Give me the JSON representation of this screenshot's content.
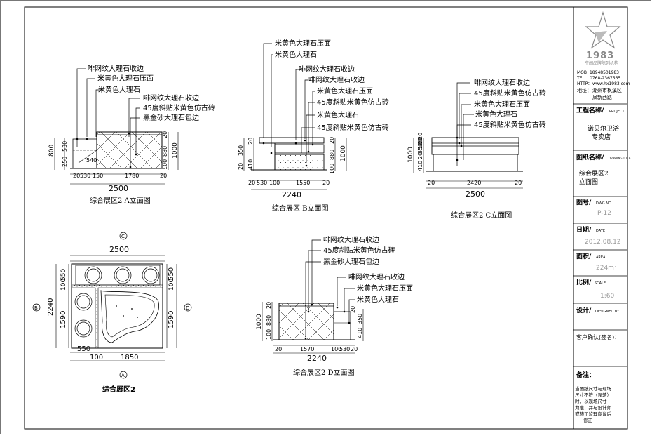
{
  "elev_a": {
    "labels": [
      "啡网纹大理石收边",
      "米黄色大理石压面",
      "米黄色大理石",
      "啡网纹大理石收边",
      "45度斜贴米黄色仿古砖",
      "黑金砂大理石包边"
    ],
    "h_dims": [
      "20",
      "530",
      "150",
      "1780",
      "20"
    ],
    "total": "2500",
    "v_left": [
      "800",
      "530",
      "250"
    ],
    "v_right": [
      "20",
      "880",
      "100",
      "1000"
    ],
    "inner": "540",
    "caption": "综合展区2  A立面图"
  },
  "elev_b": {
    "labels": [
      "米黄色大理石压面",
      "米黄色大理石",
      "啡网纹大理石收边",
      "啡网纹大理石收边",
      "米黄色大理石压面",
      "45度斜贴米黄色仿古砖",
      "米黄色大理石",
      "45度斜贴米黄色仿古砖"
    ],
    "h_dims": [
      "20",
      "530",
      "100",
      "1550",
      "20"
    ],
    "total": "2240",
    "v_left": [
      "350",
      "410",
      "20",
      "20"
    ],
    "v_right": [
      "20",
      "880",
      "100",
      "1000"
    ],
    "caption": "综合展区  B立面图"
  },
  "elev_c": {
    "labels": [
      "啡网纹大理石收边",
      "45度斜贴米黄色仿古砖",
      "米黄色大理石压面",
      "米黄色大理石",
      "45度斜贴米黄色仿古砖"
    ],
    "h_dims": [
      "20",
      "2420",
      "20"
    ],
    "total": "2500",
    "v_left": [
      "1000",
      "410",
      "20",
      "350",
      "20",
      "180",
      "20"
    ],
    "caption": "综合展区2  C立面图"
  },
  "elev_d": {
    "labels": [
      "啡网纹大理石收边",
      "45度斜贴米黄色仿古砖",
      "黑金砂大理石包边",
      "啡网纹大理石收边",
      "米黄色大理石压面",
      "米黄色大理石"
    ],
    "h_dims": [
      "20",
      "1570",
      "100",
      "530",
      "20"
    ],
    "total": "2240",
    "v_left": [
      "1000",
      "880",
      "100",
      "20"
    ],
    "v_right": [
      "350",
      "410",
      "20"
    ],
    "caption": "综合展区2  D立面图"
  },
  "plan": {
    "top": "2500",
    "bottom": [
      "550",
      "100",
      "1850"
    ],
    "left": [
      "2240",
      "100",
      "550",
      "1590"
    ],
    "right": [
      "550",
      "100",
      "1590"
    ],
    "markers": [
      "C",
      "B",
      "D",
      "A"
    ],
    "title": "综合展区2"
  },
  "titleblock": {
    "logo_number": "1983",
    "logo_sub": "空间品牌陈列机构",
    "contacts": [
      {
        "k": "MOB：",
        "v": "18948501983"
      },
      {
        "k": "TEL：",
        "v": "0768-2367565"
      },
      {
        "k": "HTTP：",
        "v": "www.hx1983.com"
      },
      {
        "k": "地址：",
        "v": "潮州市枫溪区"
      },
      {
        "k": "",
        "v": "凤新西路"
      }
    ],
    "project_label": "工程名称/",
    "project_en": "PROJECT",
    "project_value": [
      "诺贝尔卫浴",
      "专卖店"
    ],
    "drawing_label": "图纸名称/",
    "drawing_en": "DRAWING TITLE",
    "drawing_value": [
      "综合展区2",
      "立面图"
    ],
    "no_label": "图号/",
    "no_en": "DWG NO.",
    "no_value": "P-12",
    "date_label": "日期/",
    "date_en": "DATE",
    "date_value": "2012.08.12",
    "area_label": "面积/",
    "area_en": "AREA",
    "area_value": "224m²",
    "scale_label": "比例/",
    "scale_en": "SCALE",
    "scale_value": "1:60",
    "design_label": "设计/",
    "design_en": "DESIGNED BY",
    "client_label": "客户确认(签名)：",
    "note_label": "备注：",
    "note_lines": [
      "当图纸尺寸与现场",
      "尺寸不符（误差）",
      "时，以现场尺寸",
      "为准，并与设计师",
      "或施工监理商议后",
      "修正"
    ]
  }
}
